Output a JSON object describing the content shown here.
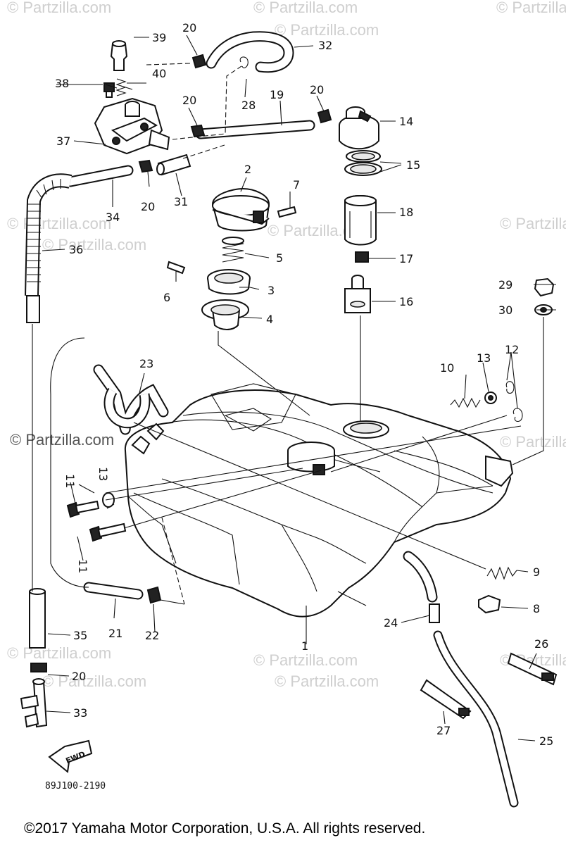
{
  "diagram": {
    "watermark_text": "© Partzilla.com",
    "watermark_left_text": "© Partzilla.com",
    "drawing_code": "89J100-2190",
    "fwd_label": "FWD",
    "copyright": "©2017  Yamaha Motor Corporation, U.S.A. All rights reserved.",
    "part_numbers": [
      "1",
      "2",
      "3",
      "4",
      "5",
      "6",
      "7",
      "8",
      "9",
      "10",
      "11",
      "11",
      "12",
      "13",
      "13",
      "14",
      "15",
      "16",
      "17",
      "18",
      "19",
      "20",
      "20",
      "20",
      "20",
      "20",
      "21",
      "22",
      "23",
      "24",
      "25",
      "26",
      "27",
      "28",
      "29",
      "30",
      "31",
      "32",
      "33",
      "34",
      "35",
      "36",
      "37",
      "38",
      "39",
      "40"
    ]
  }
}
